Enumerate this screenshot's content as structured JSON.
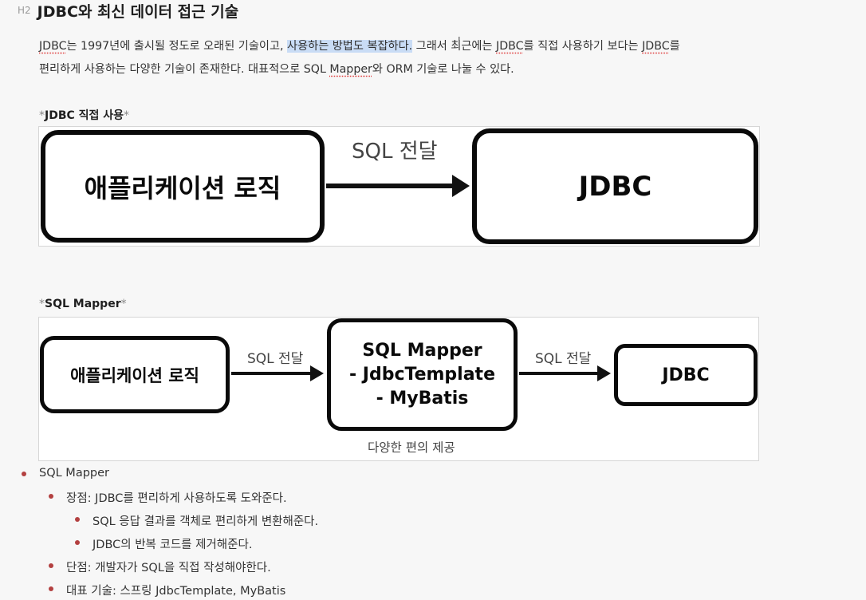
{
  "heading": {
    "marker": "H2",
    "title": "JDBC와 최신 데이터 접근 기술"
  },
  "paragraph": {
    "line1_a": "JDBC",
    "line1_b": "는 1997년에 출시될 정도로 오래된 기술이고, ",
    "line1_highlight": "사용하는 방법도 복잡하다.",
    "line1_c": " 그래서 최근에는 ",
    "line1_d": "JDBC",
    "line1_e": "를 직접 사용하기 보다는 ",
    "line1_f": "JDBC",
    "line1_g": "를",
    "line2_a": "편리하게 사용하는 다양한 기술이 존재한다. 대표적으로 SQL ",
    "line2_b": "Mapper",
    "line2_c": "와 ORM 기술로 나눌 수 있다."
  },
  "section1": {
    "star_open": "*",
    "label": "JDBC 직접 사용",
    "star_close": "*",
    "box_left": "애플리케이션 로직",
    "arrow_label": "SQL 전달",
    "box_right": "JDBC"
  },
  "section2": {
    "star_open": "*",
    "label": "SQL Mapper",
    "star_close": "*",
    "box_left": "애플리케이션 로직",
    "arrow1_label": "SQL 전달",
    "mapper_line1": "SQL Mapper",
    "mapper_line2": "- JdbcTemplate",
    "mapper_line3": "- MyBatis",
    "arrow2_label": "SQL 전달",
    "box_right": "JDBC",
    "caption": "다양한 편의 제공"
  },
  "bullets": [
    {
      "text": "SQL Mapper",
      "level": 0
    },
    {
      "text": "장점: JDBC를 편리하게 사용하도록 도와준다.",
      "level": 1
    },
    {
      "text": "SQL 응답 결과를 객체로 편리하게 변환해준다.",
      "level": 2
    },
    {
      "text": "JDBC의 반복 코드를 제거해준다.",
      "level": 2
    },
    {
      "text": "단점: 개발자가 SQL을 직접 작성해야한다.",
      "level": 1
    },
    {
      "text": "대표 기술: 스프링 JdbcTemplate, MyBatis",
      "level": 1
    }
  ],
  "colors": {
    "highlight": "#c9dcf5",
    "bullet_dot": "#b34040",
    "spellcheck_underline": "#dd3333"
  }
}
